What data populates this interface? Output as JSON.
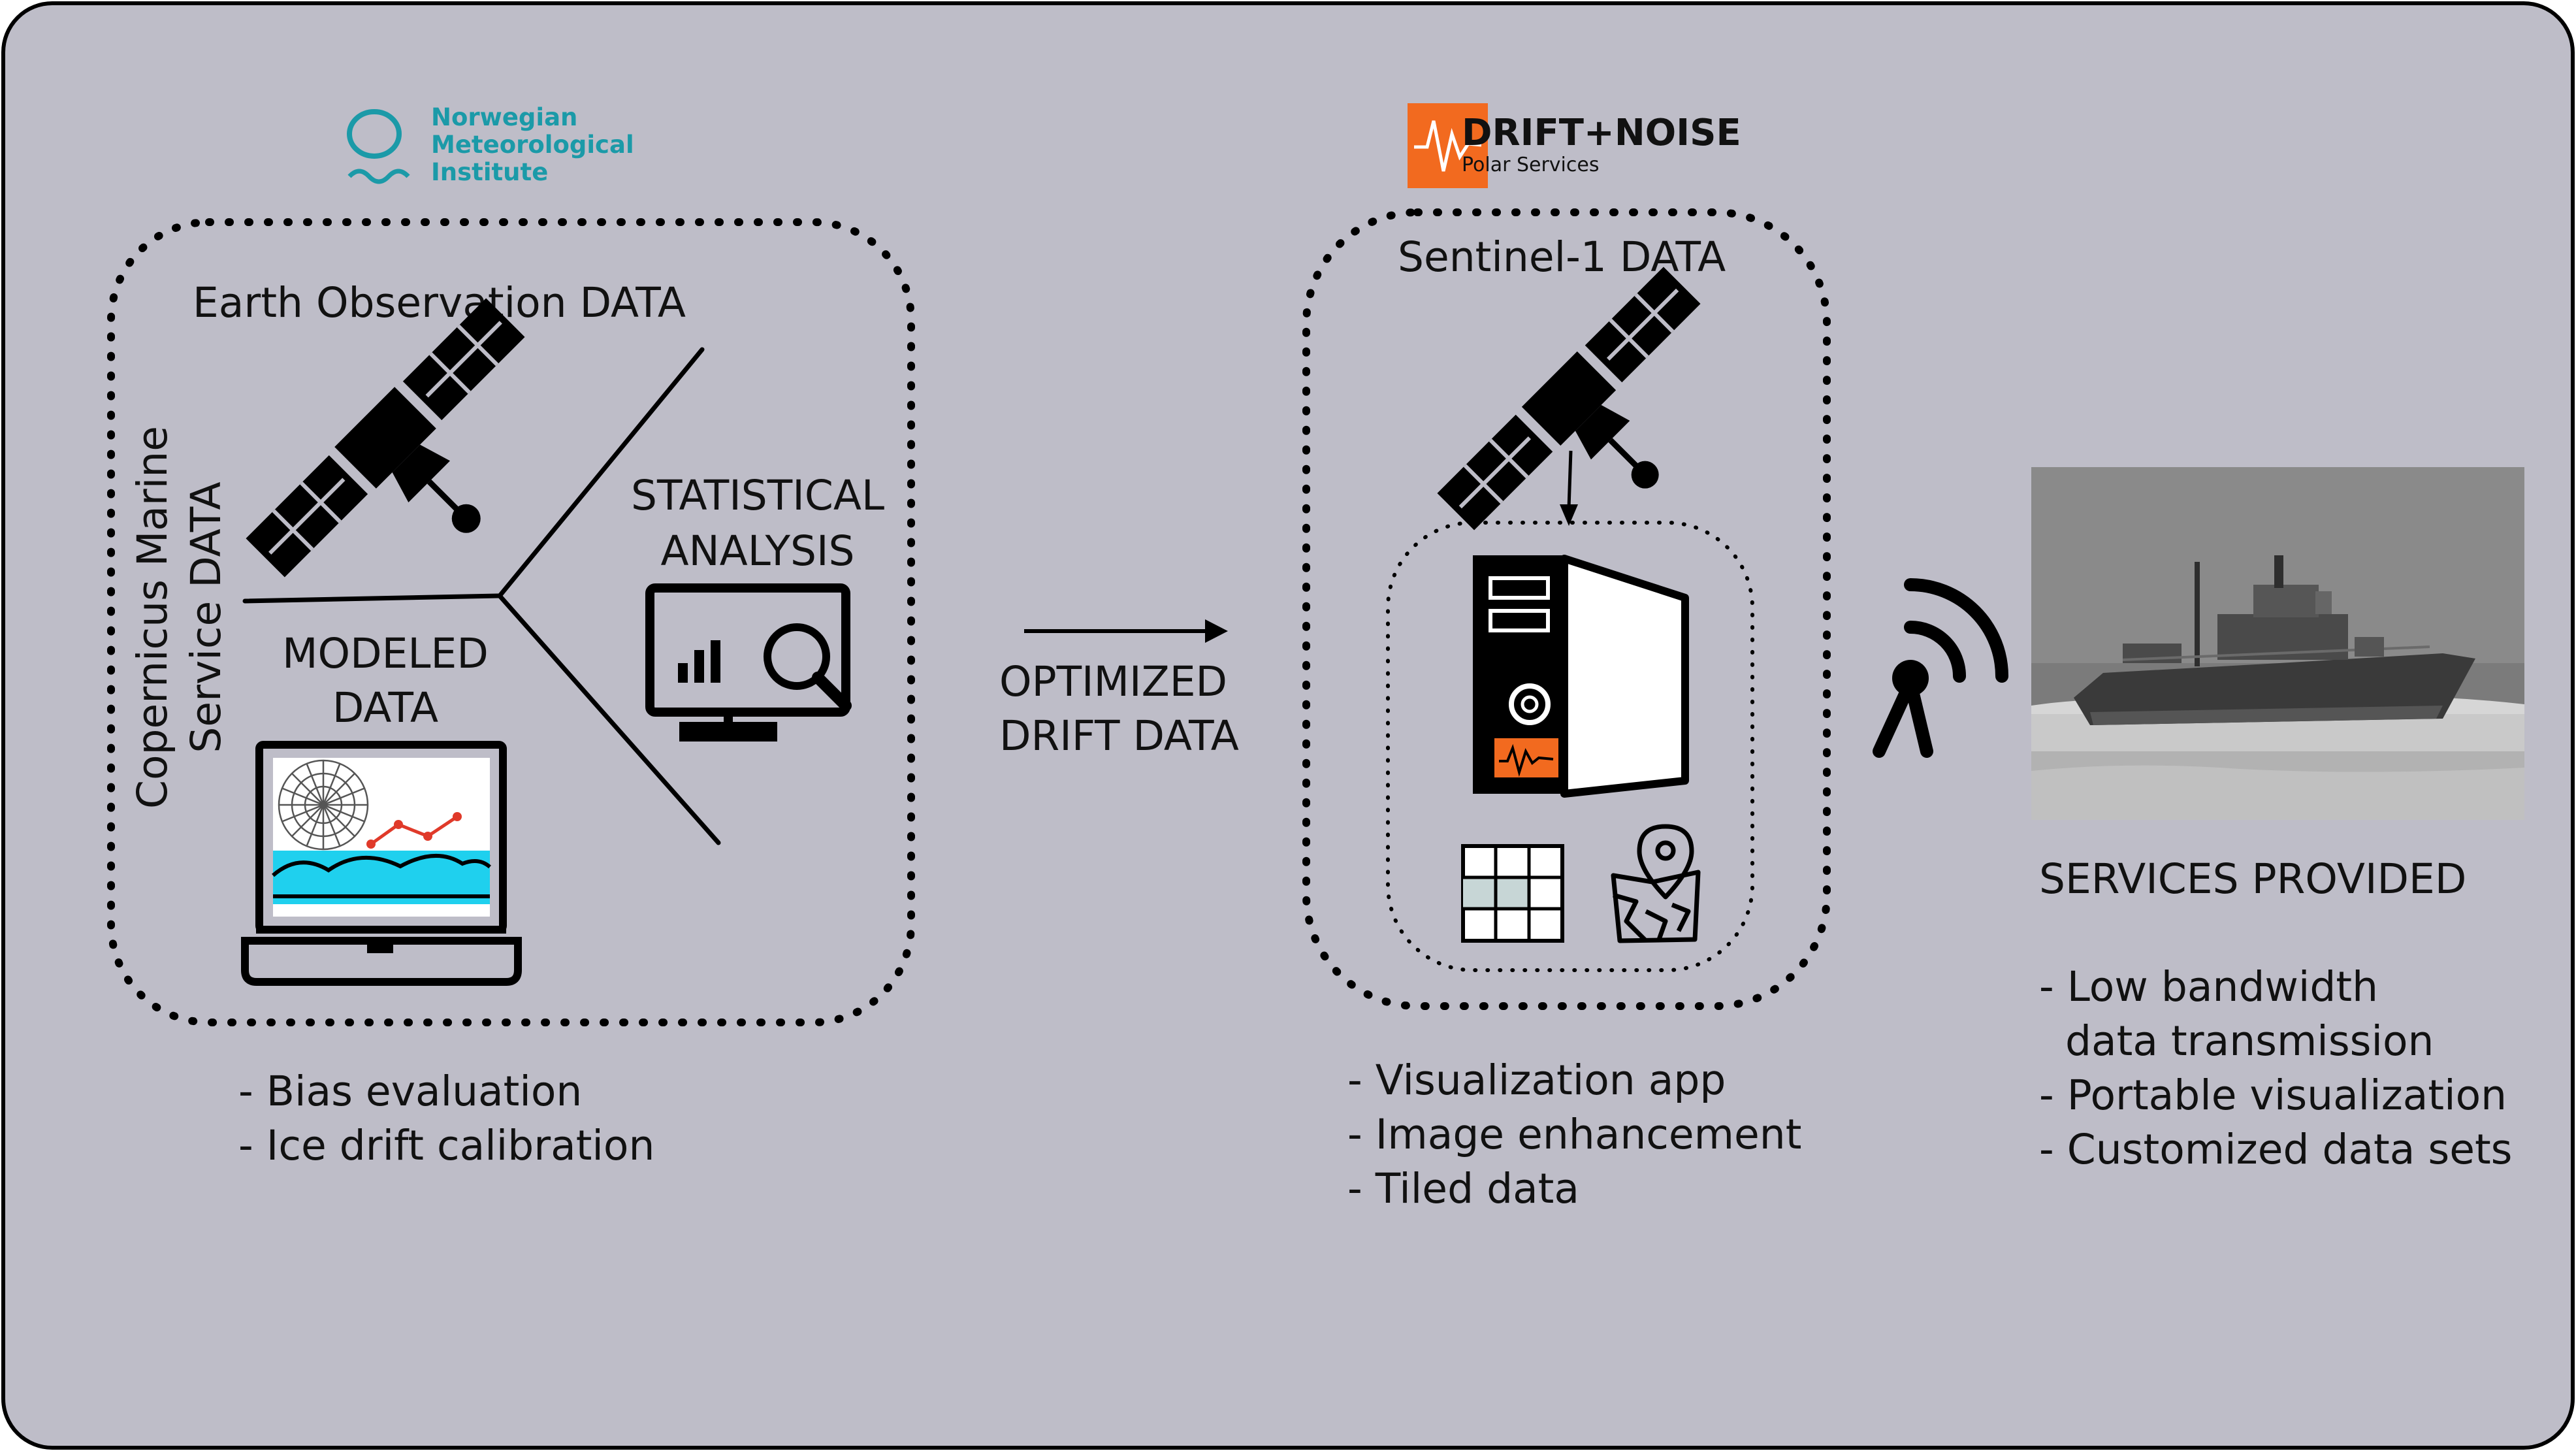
{
  "met_logo": {
    "line1": "Norwegian",
    "line2": "Meteorological",
    "line3": "Institute",
    "color": "#1b9aa8"
  },
  "dn_logo": {
    "name": "DRIFT+NOISE",
    "sub": "Polar Services",
    "color": "#f26a1f"
  },
  "left_panel": {
    "eo_title": "Earth Observation DATA",
    "cmems_line1": "Copernicus Marine",
    "cmems_line2": "Service DATA",
    "modeled_line1": "MODELED",
    "modeled_line2": "DATA",
    "stat_line1": "STATISTICAL",
    "stat_line2": "ANALYSIS",
    "bullets": [
      "- Bias evaluation",
      "- Ice drift calibration"
    ]
  },
  "middle_arrow": {
    "line1": "OPTIMIZED",
    "line2": "DRIFT DATA"
  },
  "middle_panel": {
    "title": "Sentinel-1 DATA",
    "bullets": [
      "- Visualization app",
      "- Image enhancement",
      "- Tiled data"
    ]
  },
  "right_panel": {
    "title": "SERVICES PROVIDED",
    "bullets": [
      "- Low bandwidth",
      "  data transmission",
      "- Portable visualization",
      "- Customized data sets"
    ]
  },
  "colors": {
    "background": "#bebdc8",
    "accent_orange": "#f26a1f",
    "water": "#1fd0ee",
    "teal": "#1b9aa8"
  },
  "icons": [
    "satellite-icon",
    "laptop-icon",
    "monitor-analytics-icon",
    "server-icon",
    "grid-icon",
    "map-pin-icon",
    "antenna-icon",
    "ship-photo"
  ]
}
